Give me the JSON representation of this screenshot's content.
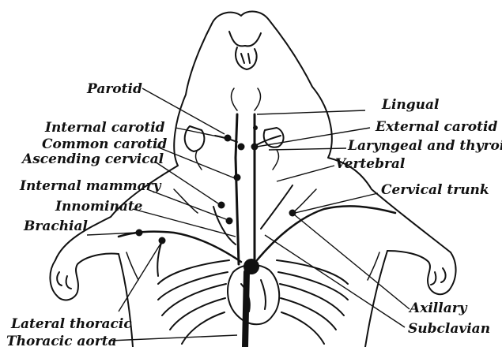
{
  "diagram": {
    "labels": {
      "parotid": "Parotid",
      "internal_carotid": "Internal carotid",
      "common_carotid": "Common carotid",
      "ascending_cervical": "Ascending cervical",
      "internal_mammary": "Internal mammary",
      "innominate": "Innominate",
      "brachial": "Brachial",
      "lateral_thoracic": "Lateral thoracic",
      "thoracic_aorta": "Thoracic aorta",
      "lingual": "Lingual",
      "external_carotid": "External carotid",
      "laryngeal_and_thyroid": "Laryngeal and thyroid",
      "vertebral": "Vertebral",
      "cervical_trunk": "Cervical trunk",
      "axillary": "Axillary",
      "subclavian": "Subclavian"
    }
  }
}
